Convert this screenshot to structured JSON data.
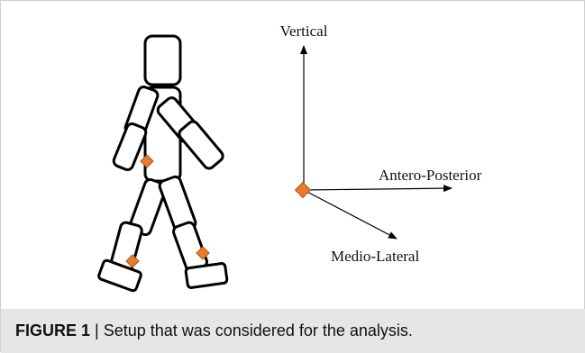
{
  "diagram": {
    "axes": {
      "vertical_label": "Vertical",
      "antero_posterior_label": "Antero-Posterior",
      "medio_lateral_label": "Medio-Lateral"
    },
    "colors": {
      "joint_marker": "#e87b2c",
      "outline": "#000000"
    }
  },
  "caption": {
    "label": "FIGURE 1",
    "separator": " | ",
    "text": "Setup that was considered for the analysis."
  }
}
